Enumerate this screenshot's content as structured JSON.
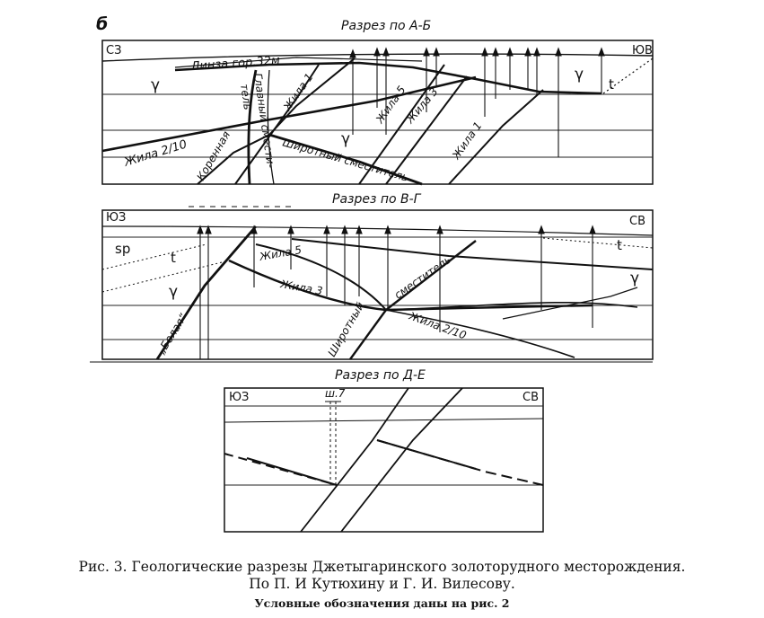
{
  "figure_letter": "б",
  "section_ab": {
    "title": "Разрез по А-Б",
    "left_label": "СЗ",
    "right_label": "ЮВ",
    "labels": {
      "lens": "Линза гор.32м",
      "gamma_left": "γ",
      "gamma_right": "γ",
      "gamma_mid": "γ",
      "t": "t",
      "main_fault_1": "Главный смести-",
      "main_fault_2": "тель",
      "vein_1": "Жила 1",
      "vein_5": "Жила 5",
      "vein_3": "Жила 3",
      "vein_2_10": "Жила 2/10",
      "bedrock": "Коренная",
      "latitudinal_fault": "Широтный сместитель",
      "vein_1_lower": "Жила 1"
    }
  },
  "section_vg": {
    "title": "Разрез по В-Г",
    "left_label": "ЮЗ",
    "right_label": "СВ",
    "labels": {
      "sp": "sp",
      "t_left": "t",
      "t_right": "t",
      "gamma_left": "γ",
      "gamma_right": "γ",
      "vein_5": "Жила 5",
      "vein_3": "Жила 3",
      "fault": "сместитель",
      "latitudinal": "Широтный",
      "vein_2_10": "Жила 2/10",
      "white": "„Белая“"
    }
  },
  "section_de": {
    "title": "Разрез по Д-Е",
    "left_label": "ЮЗ",
    "right_label": "СВ",
    "shaft": "ш.7"
  },
  "caption": {
    "line1": "Рис. 3. Геологические разрезы Джетыгаринского золоторудного месторождения.",
    "line2": "По П. И Кутюхину и Г. И. Вилесову.",
    "line3": "Условные обозначения даны на рис. 2"
  }
}
